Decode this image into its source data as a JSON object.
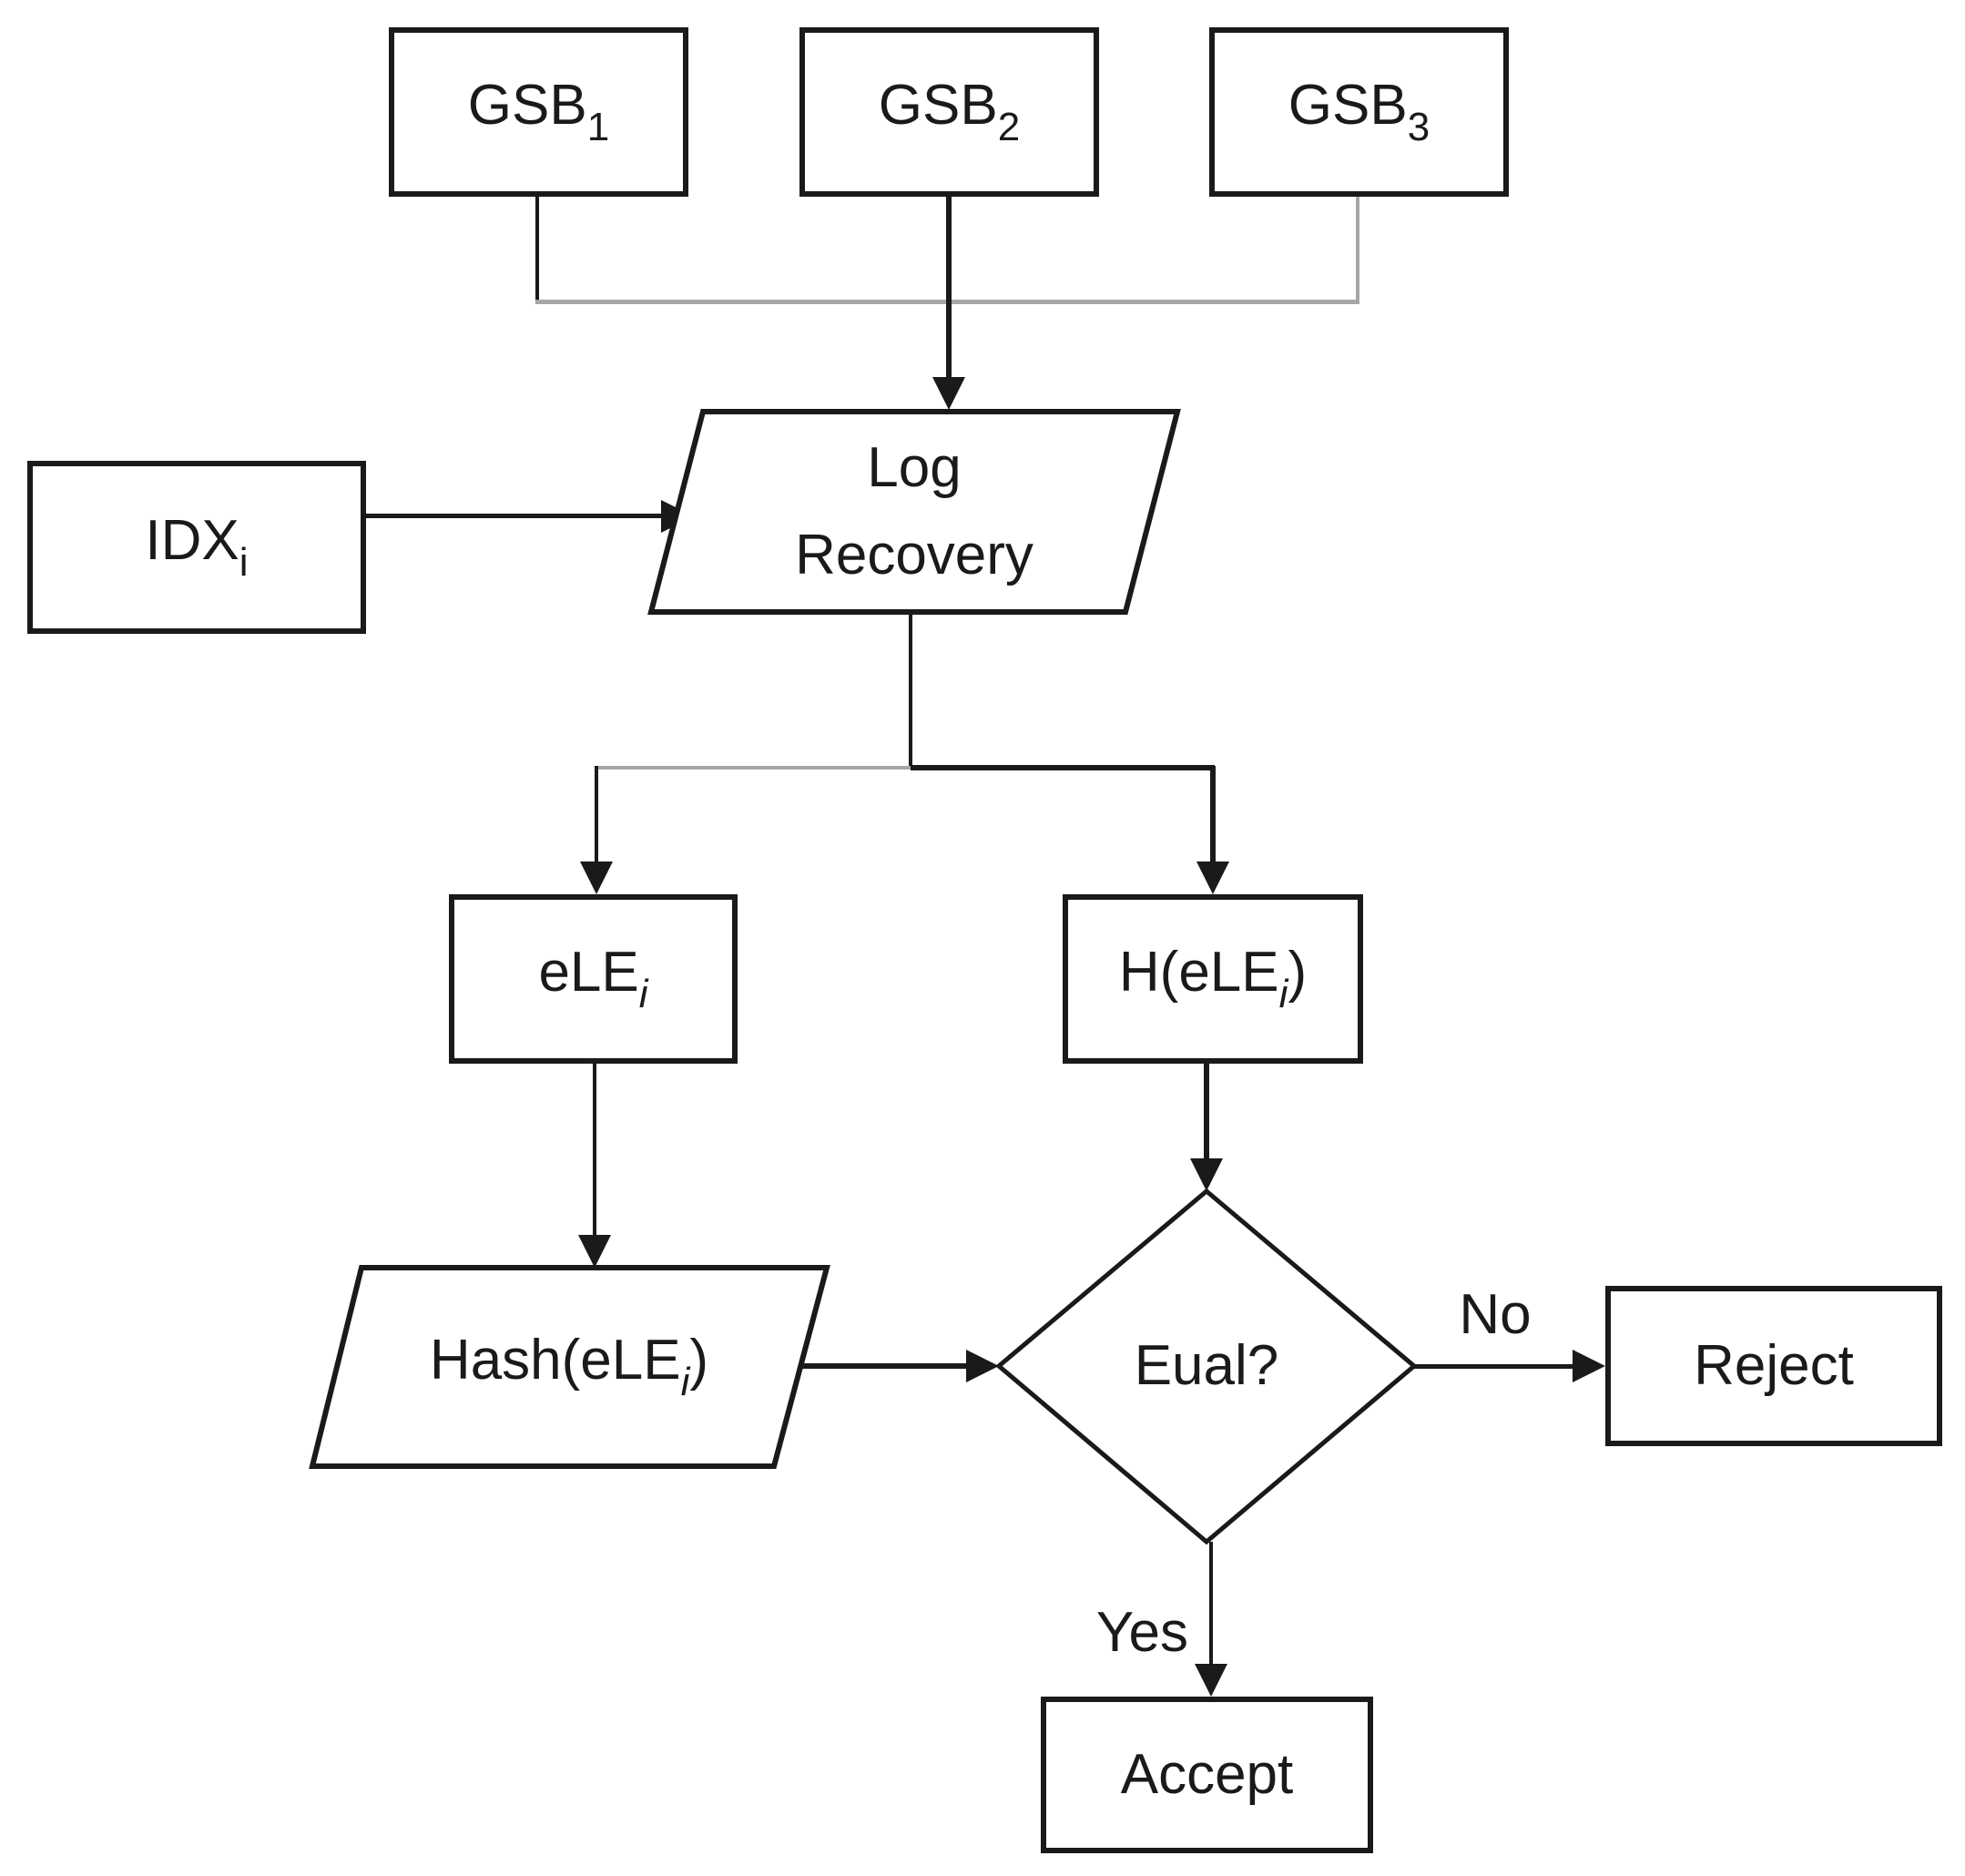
{
  "diagram": {
    "type": "flowchart",
    "colors": {
      "line": "#1a1a1a",
      "muted_line": "#a6a6a6",
      "node_fill": "#ffffff",
      "background": "#ffffff"
    },
    "nodes": {
      "gsb1": {
        "base": "GSB",
        "sub": "1"
      },
      "gsb2": {
        "base": "GSB",
        "sub": "2"
      },
      "gsb3": {
        "base": "GSB",
        "sub": "3"
      },
      "idx": {
        "base": "IDX",
        "sub": "i"
      },
      "log_recovery": {
        "line1": "Log",
        "line2": "Recovery"
      },
      "ele": {
        "base": "eLE",
        "sub": "i"
      },
      "hele": {
        "pre": "H(eLE",
        "sub": "i",
        "post": ")"
      },
      "hash": {
        "pre": "Hash(eLE",
        "sub": "i",
        "post": ")"
      },
      "equal": {
        "label": "Eual?"
      },
      "reject": {
        "label": "Reject"
      },
      "accept": {
        "label": "Accept"
      }
    },
    "edge_labels": {
      "no": "No",
      "yes": "Yes"
    }
  }
}
